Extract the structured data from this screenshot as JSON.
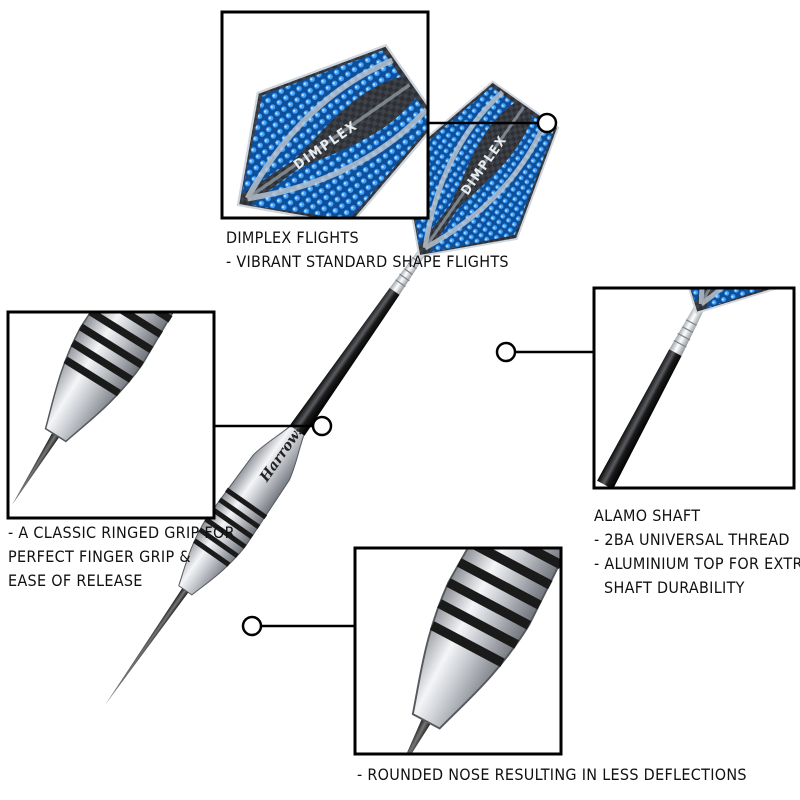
{
  "callouts": {
    "flights": {
      "title": "DIMPLEX FLIGHTS",
      "lines": [
        "- VIBRANT STANDARD SHAPE FLIGHTS"
      ],
      "brand_print": "DIMPLEX"
    },
    "grip": {
      "lines": [
        "- A CLASSIC RINGED GRIP FOR",
        "PERFECT FINGER GRIP &",
        "EASE OF RELEASE"
      ],
      "brand_print": "Harrows"
    },
    "shaft": {
      "title": "ALAMO SHAFT",
      "lines": [
        "- 2BA UNIVERSAL THREAD",
        "- ALUMINIUM TOP FOR EXTRA",
        "SHAFT DURABILITY"
      ]
    },
    "nose": {
      "lines": [
        "- ROUNDED NOSE RESULTING IN LESS DEFLECTIONS"
      ]
    }
  },
  "colors": {
    "flight_blue": "#1e7fd0",
    "flight_dark": "#2b2e33",
    "steel": "#c9ccd1",
    "shaft_black": "#1c1c1c"
  }
}
